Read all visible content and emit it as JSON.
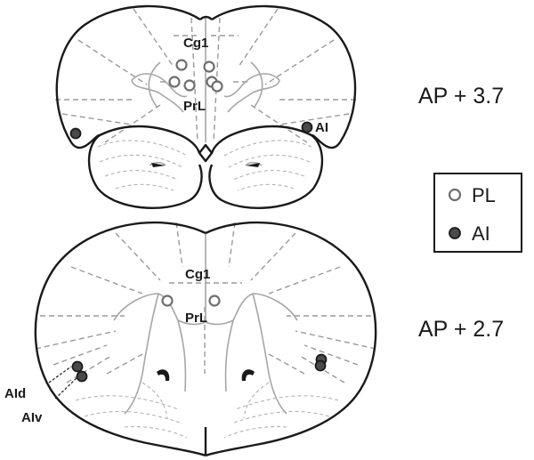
{
  "sections": [
    {
      "ap_label": "AP + 3.7",
      "labels": {
        "cg1": "Cg1",
        "prl": "PrL",
        "ai": "AI"
      }
    },
    {
      "ap_label": "AP + 2.7",
      "labels": {
        "cg1": "Cg1",
        "prl": "PrL",
        "aid": "AId",
        "aiv": "AIv"
      }
    }
  ],
  "legend": {
    "items": [
      {
        "label": "PL",
        "marker": "open-circle",
        "color": "#6e6e6e"
      },
      {
        "label": "AI",
        "marker": "filled-circle",
        "color": "#4a4a4a"
      }
    ]
  }
}
